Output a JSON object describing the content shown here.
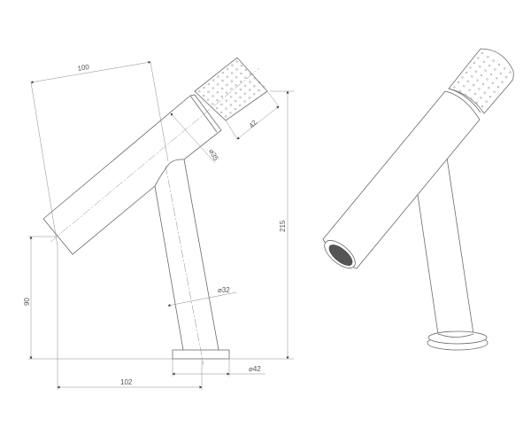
{
  "drawing": {
    "title": "Faucet technical drawing",
    "dimensions": {
      "spout_length": "100",
      "handle_length": "42",
      "spout_diameter": "⌀35",
      "total_height": "215",
      "stem_diameter": "⌀32",
      "spout_height": "90",
      "projection": "102",
      "base_diameter": "⌀42"
    },
    "colors": {
      "line": "#6a6a6a",
      "text": "#555555"
    }
  }
}
